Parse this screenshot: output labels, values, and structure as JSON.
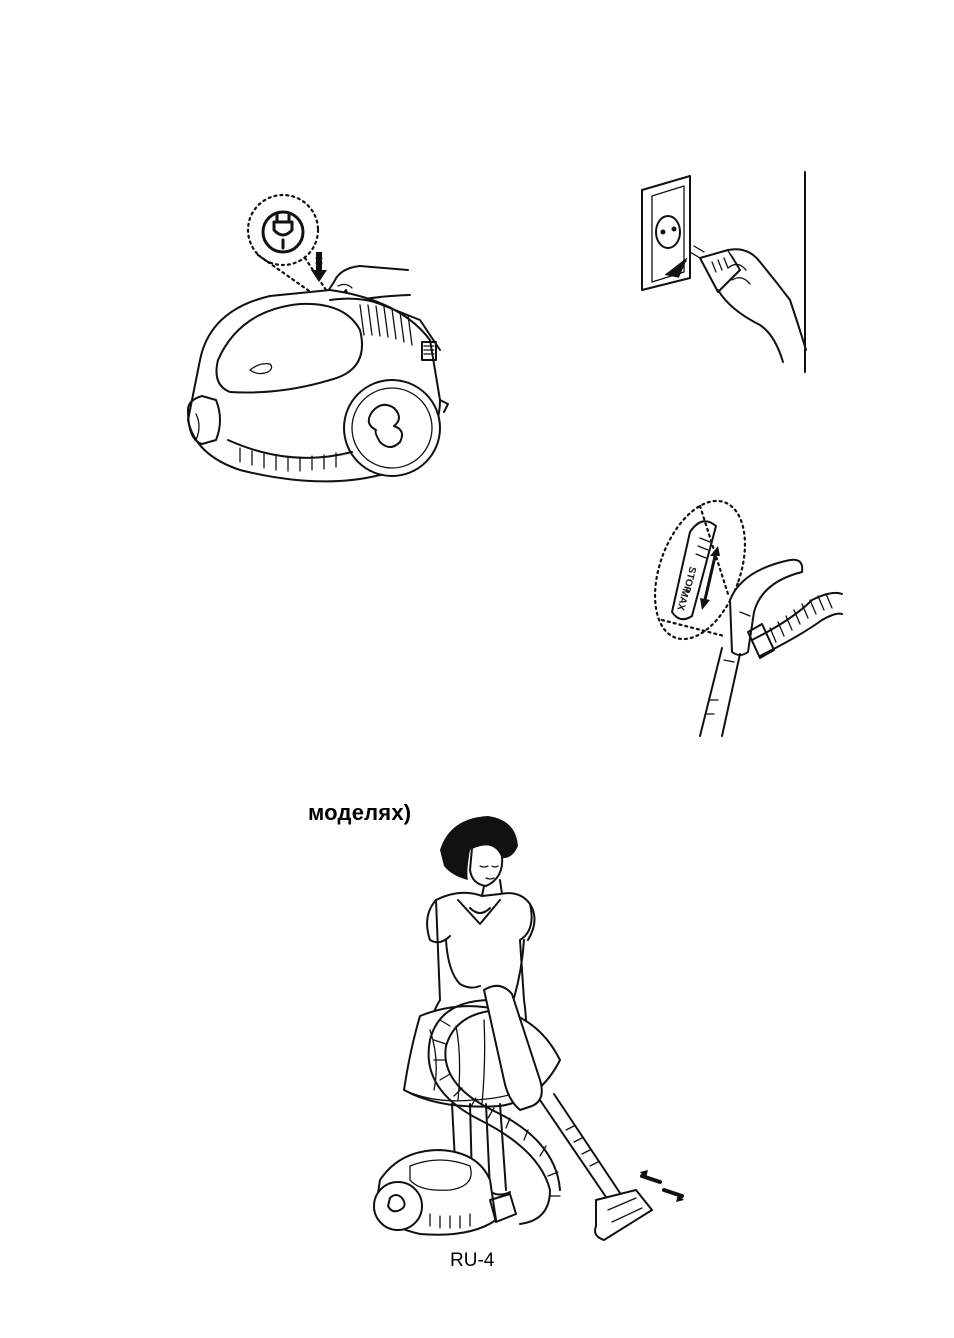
{
  "heading_fragment": "моделях)",
  "page_number": "RU-4",
  "switch_labels": {
    "stop": "STOP",
    "max": "MAX"
  },
  "illustrations": [
    {
      "icon": "cord-rewind-button-illustration"
    },
    {
      "icon": "unplug-from-socket-illustration"
    },
    {
      "icon": "handle-power-switch-illustration"
    },
    {
      "icon": "woman-vacuuming-illustration"
    }
  ]
}
